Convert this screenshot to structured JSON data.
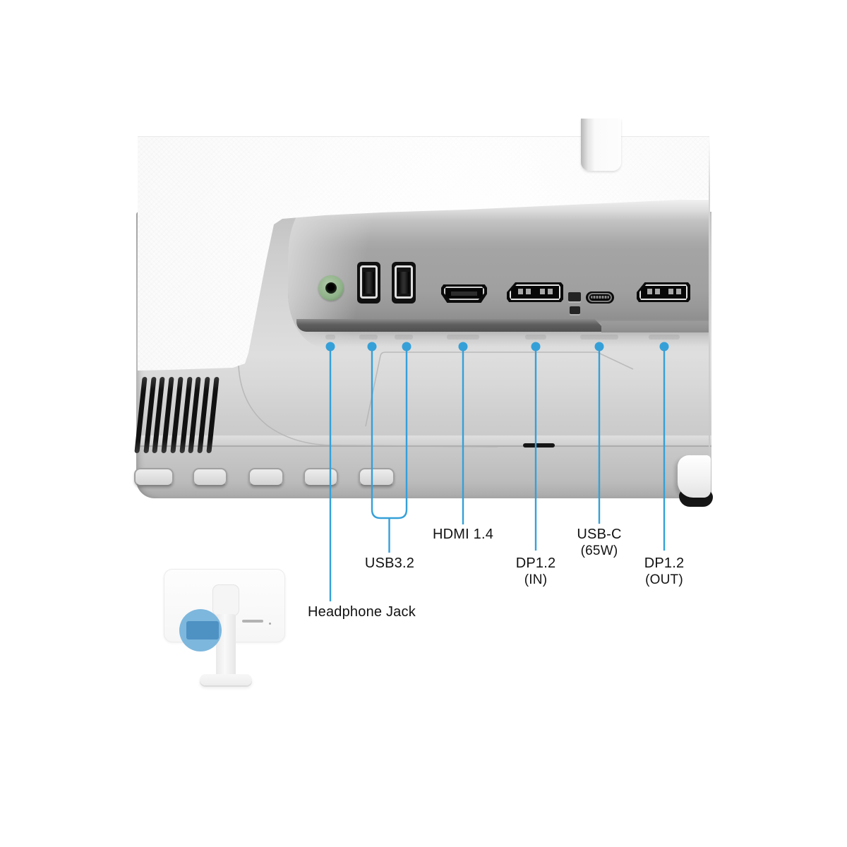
{
  "figure_title": "Monitor bottom port layout diagram",
  "colors": {
    "callout_blue": "#35a0d8",
    "panel_gray": "#a6a6a6",
    "shell_gray": "#d2d2d2",
    "jack_green": "#8fb289",
    "highlight_circle_blue": "#79b5dc",
    "highlight_rect_blue": "#4e92c4"
  },
  "labels": {
    "headphone": "Headphone Jack",
    "usb": "USB3.2",
    "hdmi": "HDMI 1.4",
    "dp_in_line1": "DP1.2",
    "dp_in_line2": "(IN)",
    "usb_c_line1": "USB-C",
    "usb_c_line2": "(65W)",
    "dp_out_line1": "DP1.2",
    "dp_out_line2": "(OUT)"
  },
  "ports": [
    {
      "name": "headphone-jack",
      "icon": "green-audio-jack-icon"
    },
    {
      "name": "usb-a-1",
      "icon": "usb-a-port-icon"
    },
    {
      "name": "usb-a-2",
      "icon": "usb-a-port-icon"
    },
    {
      "name": "hdmi",
      "icon": "hdmi-port-icon"
    },
    {
      "name": "dp-in",
      "icon": "displayport-icon"
    },
    {
      "name": "usb-c",
      "icon": "usb-c-port-icon"
    },
    {
      "name": "dp-out",
      "icon": "displayport-icon"
    }
  ]
}
